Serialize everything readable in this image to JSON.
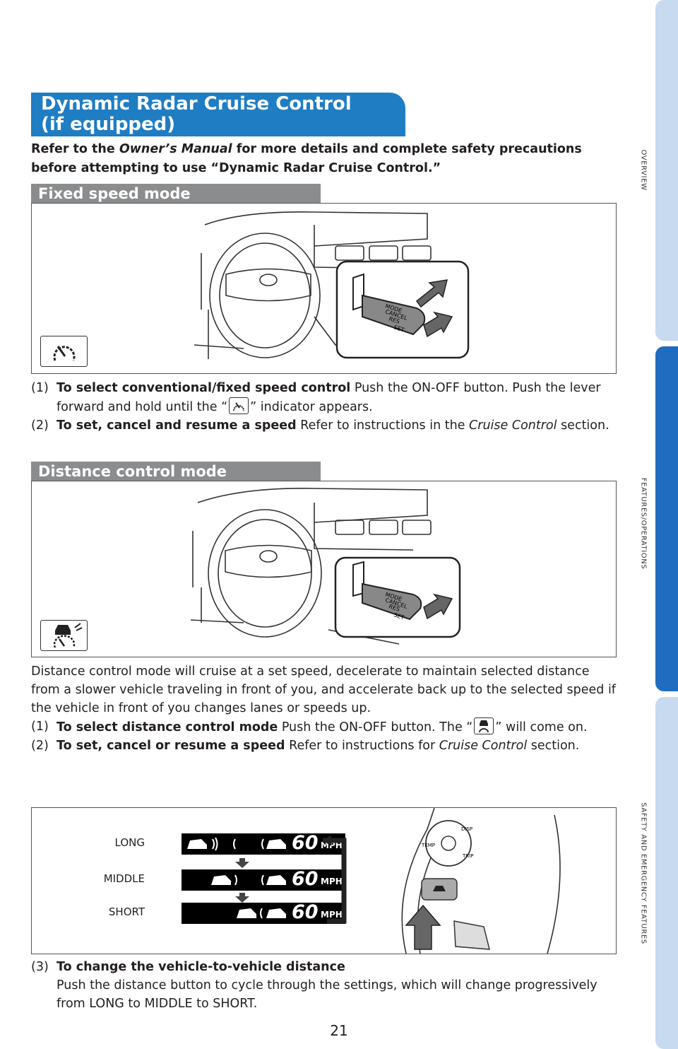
{
  "side_tabs": [
    {
      "label": "OVERVIEW",
      "state": "inactive"
    },
    {
      "label": "FEATURES/OPERATIONS",
      "state": "active"
    },
    {
      "label": "SAFETY AND EMERGENCY FEATURES",
      "state": "inactive"
    }
  ],
  "colors": {
    "title_blue": "#1f7dc3",
    "tab_active": "#1f6cc0",
    "tab_inactive": "#c8daf0",
    "section_gray": "#8a8c8e"
  },
  "title": {
    "line1": "Dynamic Radar Cruise Control",
    "line2": "(if equipped)"
  },
  "intro": {
    "prefix": "Refer to the ",
    "manual": "Owner’s Manual",
    "suffix": " for more details and complete safety precautions before attempting to use “Dynamic Radar Cruise Control.”"
  },
  "fixed": {
    "heading": "Fixed speed mode",
    "icon": "speedometer-icon",
    "lever_labels": [
      "MODE",
      "CANCEL",
      "RES",
      "SET"
    ],
    "step1": {
      "num": "(1)",
      "bold": "To select conventional/fixed speed control",
      "text_a": " Push the ON-OFF button. Push the lever forward and hold until the “",
      "text_b": "” indicator appears."
    },
    "step2": {
      "num": "(2)",
      "bold": "To set, cancel and resume a speed",
      "text_a": " Refer to instructions in the ",
      "italic": "Cruise Control",
      "text_b": " section."
    }
  },
  "distance": {
    "heading": "Distance control mode",
    "icon": "radar-cruise-icon",
    "desc": "Distance control mode will cruise at a set speed, decelerate to maintain selected distance from a slower vehicle traveling in front of you, and accelerate back up to the selected speed if the vehicle in front of you changes lanes or speeds up.",
    "step1": {
      "num": "(1)",
      "bold": "To select distance control mode",
      "text_a": " Push the ON-OFF button. The “",
      "text_b": "” will come on."
    },
    "step2": {
      "num": "(2)",
      "bold": "To set, cancel or resume a speed",
      "text_a": " Refer to instructions for ",
      "italic": "Cruise Control",
      "text_b": " section."
    }
  },
  "distance_display": {
    "labels": [
      "LONG",
      "MIDDLE",
      "SHORT"
    ],
    "speed": "60",
    "unit": "MPH",
    "wheel_labels": [
      "TEMP",
      "DISP",
      "TRIP"
    ]
  },
  "step3": {
    "num": "(3)",
    "bold": "To change the vehicle-to-vehicle distance",
    "text": "Push the distance button to cycle through the settings, which will change progressively from LONG to MIDDLE to SHORT."
  },
  "page_number": "21"
}
